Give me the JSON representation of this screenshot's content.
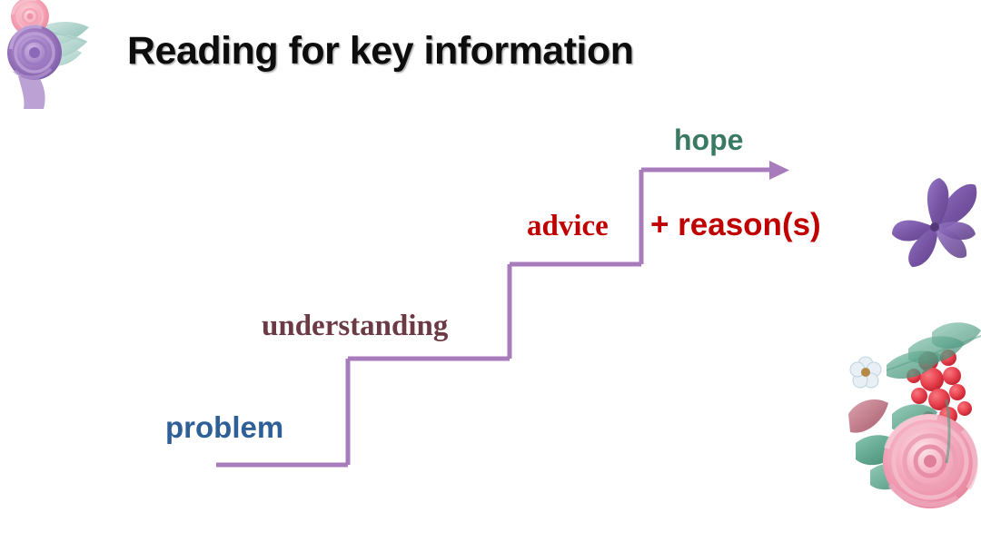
{
  "slide": {
    "title": "Reading for key information",
    "background_color": "#ffffff"
  },
  "diagram": {
    "type": "staircase-flow",
    "line_color": "#a87cbc",
    "line_width": 5,
    "steps": [
      {
        "id": "problem",
        "label": "problem",
        "color": "#2e5f96",
        "level": 1
      },
      {
        "id": "understanding",
        "label": "understanding",
        "color": "#6b3a45",
        "level": 2
      },
      {
        "id": "advice",
        "label": "advice",
        "color": "#c00000",
        "level": 3
      },
      {
        "id": "reason",
        "label": "+ reason(s)",
        "color": "#c00000",
        "level": 3
      },
      {
        "id": "hope",
        "label": "hope",
        "color": "#3a7a63",
        "level": 4
      }
    ],
    "arrow": {
      "direction": "right",
      "head_color": "#a87cbc"
    }
  },
  "decorations": {
    "top_left": {
      "name": "floral-corner-roses",
      "colors": [
        "#f2a7b6",
        "#9a6fb5",
        "#a8cfc8"
      ]
    },
    "right": {
      "name": "floral-side-bouquet",
      "colors": [
        "#6f4a9e",
        "#e23b4e",
        "#3f8f78",
        "#f0a6bc",
        "#b5687a"
      ]
    }
  }
}
